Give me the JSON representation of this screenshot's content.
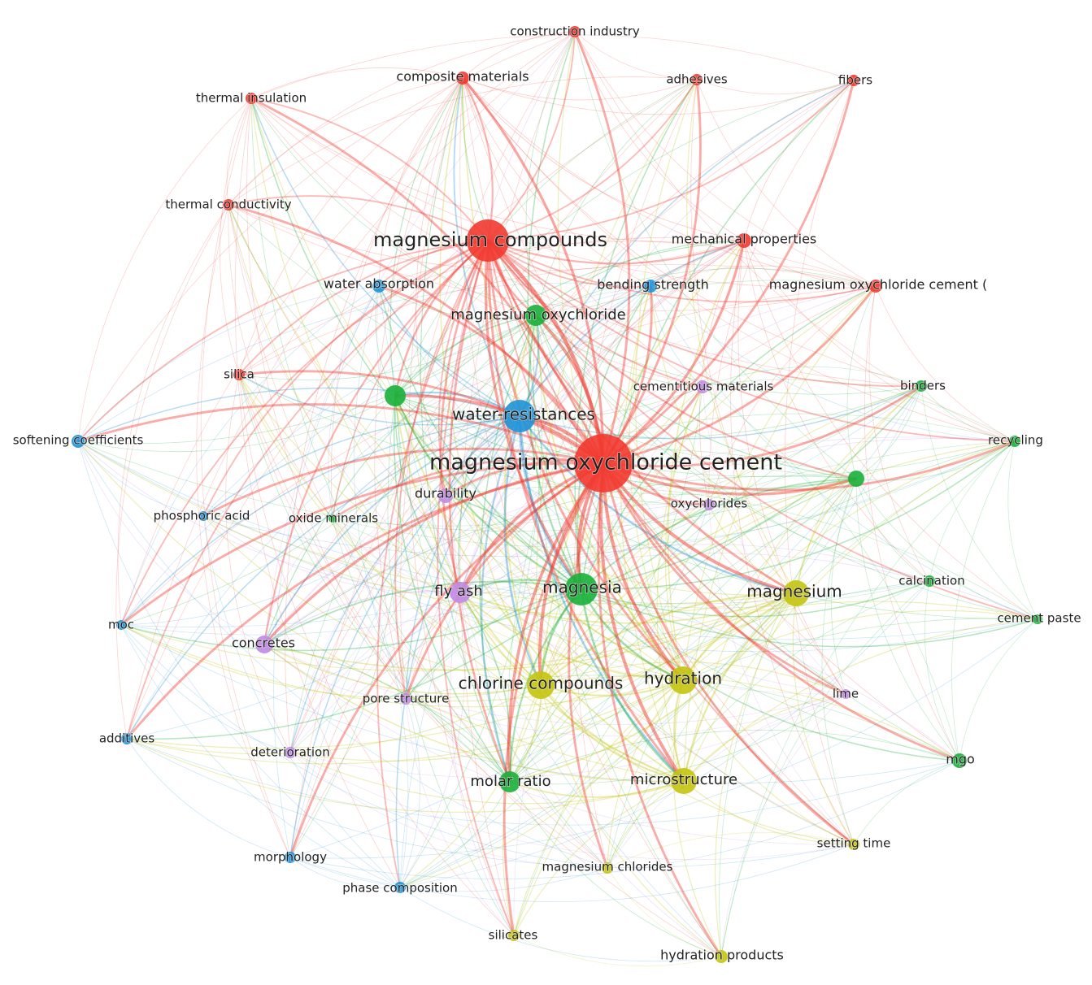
{
  "palette": {
    "red": "#f2392f",
    "blue": "#1f92d6",
    "green": "#19b03a",
    "yellow": "#c4c40f",
    "purple": "#c18ae6"
  },
  "nodes": [
    {
      "id": "moc",
      "label": "magnesium oxychloride cement",
      "cluster": "red",
      "weight": 10
    },
    {
      "id": "mc",
      "label": "magnesium compounds",
      "cluster": "red",
      "weight": 7
    },
    {
      "id": "ci",
      "label": "construction industry",
      "cluster": "red",
      "weight": 2
    },
    {
      "id": "cm",
      "label": "composite materials",
      "cluster": "red",
      "weight": 3
    },
    {
      "id": "adh",
      "label": "adhesives",
      "cluster": "red",
      "weight": 2
    },
    {
      "id": "fib",
      "label": "fibers",
      "cluster": "red",
      "weight": 2
    },
    {
      "id": "ti",
      "label": "thermal insulation",
      "cluster": "red",
      "weight": 2
    },
    {
      "id": "tc",
      "label": "thermal conductivity",
      "cluster": "red",
      "weight": 2
    },
    {
      "id": "mp",
      "label": "mechanical properties",
      "cluster": "red",
      "weight": 3
    },
    {
      "id": "mocp",
      "label": "magnesium oxychloride cement (",
      "cluster": "red",
      "weight": 2
    },
    {
      "id": "sil",
      "label": "silica",
      "cluster": "red",
      "weight": 2
    },
    {
      "id": "wa",
      "label": "water absorption",
      "cluster": "blue",
      "weight": 2
    },
    {
      "id": "bs",
      "label": "bending strength",
      "cluster": "blue",
      "weight": 2
    },
    {
      "id": "wr",
      "label": "water-resistances",
      "cluster": "blue",
      "weight": 6
    },
    {
      "id": "sc",
      "label": "softening coefficients",
      "cluster": "blue",
      "weight": 2
    },
    {
      "id": "pa",
      "label": "phosphoric acid",
      "cluster": "blue",
      "weight": 2
    },
    {
      "id": "moc2",
      "label": "moc",
      "cluster": "blue",
      "weight": 2
    },
    {
      "id": "add",
      "label": "additives",
      "cluster": "blue",
      "weight": 2
    },
    {
      "id": "mor",
      "label": "morphology",
      "cluster": "blue",
      "weight": 2
    },
    {
      "id": "pc",
      "label": "phase composition",
      "cluster": "blue",
      "weight": 2
    },
    {
      "id": "mox",
      "label": "magnesium oxychloride",
      "cluster": "green",
      "weight": 4
    },
    {
      "id": "g1",
      "label": "",
      "cluster": "green",
      "weight": 4
    },
    {
      "id": "g2",
      "label": "",
      "cluster": "green",
      "weight": 3
    },
    {
      "id": "om",
      "label": "oxide minerals",
      "cluster": "green",
      "weight": 1
    },
    {
      "id": "mg",
      "label": "magnesia",
      "cluster": "green",
      "weight": 6
    },
    {
      "id": "bin",
      "label": "binders",
      "cluster": "green",
      "weight": 2
    },
    {
      "id": "rec",
      "label": "recycling",
      "cluster": "green",
      "weight": 2
    },
    {
      "id": "cal",
      "label": "calcination",
      "cluster": "green",
      "weight": 2
    },
    {
      "id": "cp",
      "label": "cement paste",
      "cluster": "green",
      "weight": 2
    },
    {
      "id": "mgo",
      "label": "mgo",
      "cluster": "green",
      "weight": 2
    },
    {
      "id": "mr",
      "label": "molar ratio",
      "cluster": "green",
      "weight": 4
    },
    {
      "id": "cem",
      "label": "cementitious materials",
      "cluster": "purple",
      "weight": 2
    },
    {
      "id": "dur",
      "label": "durability",
      "cluster": "purple",
      "weight": 2
    },
    {
      "id": "oxc",
      "label": "oxychlorides",
      "cluster": "purple",
      "weight": 2
    },
    {
      "id": "fa",
      "label": "fly ash",
      "cluster": "purple",
      "weight": 4
    },
    {
      "id": "con",
      "label": "concretes",
      "cluster": "purple",
      "weight": 3
    },
    {
      "id": "ps",
      "label": "pore structure",
      "cluster": "purple",
      "weight": 2
    },
    {
      "id": "det",
      "label": "deterioration",
      "cluster": "purple",
      "weight": 2
    },
    {
      "id": "lim",
      "label": "lime",
      "cluster": "purple",
      "weight": 2
    },
    {
      "id": "mgm",
      "label": "magnesium",
      "cluster": "yellow",
      "weight": 5
    },
    {
      "id": "chc",
      "label": "chlorine compounds",
      "cluster": "yellow",
      "weight": 5
    },
    {
      "id": "hyd",
      "label": "hydration",
      "cluster": "yellow",
      "weight": 5
    },
    {
      "id": "mic",
      "label": "microstructure",
      "cluster": "yellow",
      "weight": 5
    },
    {
      "id": "st",
      "label": "setting time",
      "cluster": "yellow",
      "weight": 2
    },
    {
      "id": "mch",
      "label": "magnesium chlorides",
      "cluster": "yellow",
      "weight": 2
    },
    {
      "id": "sli",
      "label": "silicates",
      "cluster": "yellow",
      "weight": 2
    },
    {
      "id": "hp",
      "label": "hydration products",
      "cluster": "yellow",
      "weight": 2
    }
  ]
}
